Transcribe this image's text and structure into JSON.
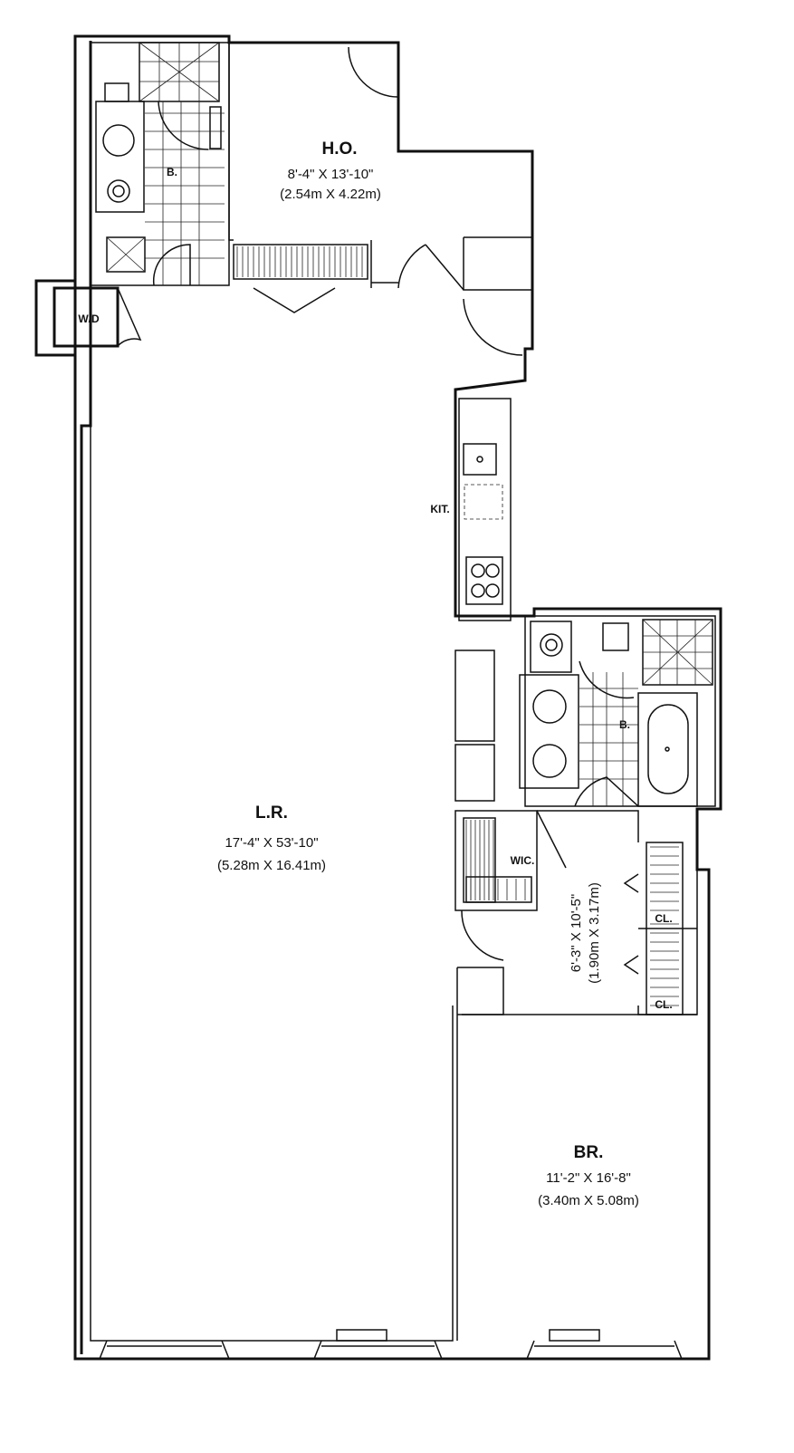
{
  "rooms": {
    "home_office": {
      "name": "H.O.",
      "dim_imperial": "8'-4\" X 13'-10\"",
      "dim_metric": "(2.54m X 4.22m)"
    },
    "living_room": {
      "name": "L.R.",
      "dim_imperial": "17'-4\" X 53'-10\"",
      "dim_metric": "(5.28m X 16.41m)"
    },
    "bedroom": {
      "name": "BR.",
      "dim_imperial": "11'-2\" X 16'-8\"",
      "dim_metric": "(3.40m X 5.08m)"
    },
    "hall": {
      "dim_imperial": "6'-3\" X 10'-5\"",
      "dim_metric": "(1.90m X 3.17m)"
    }
  },
  "labels": {
    "bath_1": "B.",
    "bath_2": "B.",
    "washer_dryer": "W/D",
    "kitchen": "KIT.",
    "walk_in_closet": "WIC.",
    "closet_1": "CL.",
    "closet_2": "CL."
  }
}
